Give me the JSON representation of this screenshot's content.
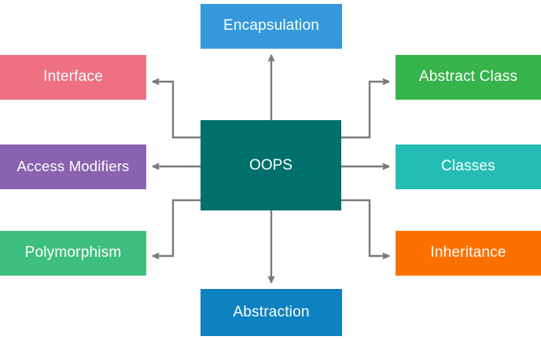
{
  "diagram": {
    "title": "OOPS",
    "center": {
      "label": "OOPS",
      "color": "#00706b"
    },
    "nodes": [
      {
        "id": "encapsulation",
        "label": "Encapsulation",
        "color": "#3498db",
        "position": "top"
      },
      {
        "id": "interface",
        "label": "Interface",
        "color": "#ef7180",
        "position": "top-left"
      },
      {
        "id": "access-modifiers",
        "label": "Access Modifiers",
        "color": "#8a62b0",
        "position": "left"
      },
      {
        "id": "polymorphism",
        "label": "Polymorphism",
        "color": "#3fbf7f",
        "position": "bottom-left"
      },
      {
        "id": "abstract-class",
        "label": "Abstract Class",
        "color": "#36b34a",
        "position": "top-right"
      },
      {
        "id": "classes",
        "label": "Classes",
        "color": "#24bdb4",
        "position": "right"
      },
      {
        "id": "inheritance",
        "label": "Inheritance",
        "color": "#fd7000",
        "position": "bottom-right"
      },
      {
        "id": "abstraction",
        "label": "Abstraction",
        "color": "#0e81c0",
        "position": "bottom"
      }
    ],
    "connector_color": "#7a7a7a",
    "background": "#ffffff"
  }
}
